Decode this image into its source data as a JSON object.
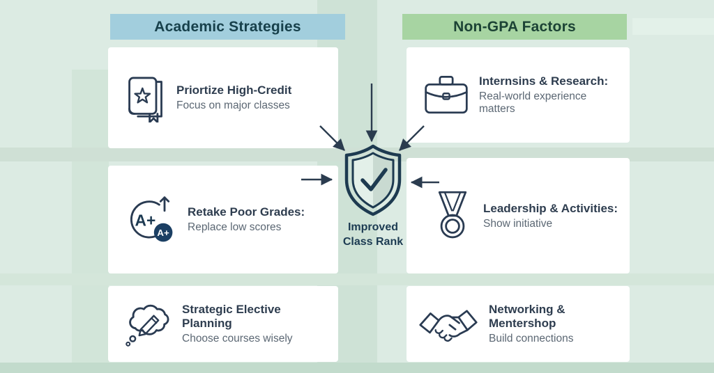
{
  "headers": {
    "left": {
      "label": "Academic Strategies"
    },
    "right": {
      "label": "Non-GPA Factors"
    }
  },
  "cards": {
    "left": [
      {
        "icon": "book-star-icon",
        "title": "Priortize High-Credit",
        "subtitle": "Focus on major classes"
      },
      {
        "icon": "grade-aplus-icon",
        "title": "Retake Poor Grades:",
        "subtitle": "Replace low scores"
      },
      {
        "icon": "thought-pencil-icon",
        "title": "Strategic Elective Planning",
        "subtitle": "Choose courses wisely"
      }
    ],
    "right": [
      {
        "icon": "briefcase-icon",
        "title": "Internsins & Research:",
        "subtitle": "Real-world experience matters"
      },
      {
        "icon": "medal-icon",
        "title": "Leadership & Activities:",
        "subtitle": "Show initiative"
      },
      {
        "icon": "handshake-icon",
        "title": "Networking & Mentershop",
        "subtitle": "Build connections"
      }
    ]
  },
  "center": {
    "icon": "shield-check-icon",
    "line1": "Improved",
    "line2": "Class Rank"
  },
  "icons": {
    "aplus_main": "A+",
    "aplus_badge": "A+"
  },
  "colors": {
    "background": "#dcebe3",
    "header_blue_bg": "#a2cedd",
    "header_green_bg": "#a7d4a2",
    "header_text": "#17404b",
    "card_bg": "#ffffff",
    "icon_stroke": "#2a3b52",
    "title_text": "#2e3d4f",
    "subtitle_text": "#5b6773",
    "arrow": "#2b3c4f",
    "shield_outline": "#1d3a50",
    "shield_fill_light": "#e3f0e9",
    "shield_fill_dark": "#c9dad1",
    "badge_fill": "#1b3f63",
    "bottom_band": "#c2dbcc"
  }
}
